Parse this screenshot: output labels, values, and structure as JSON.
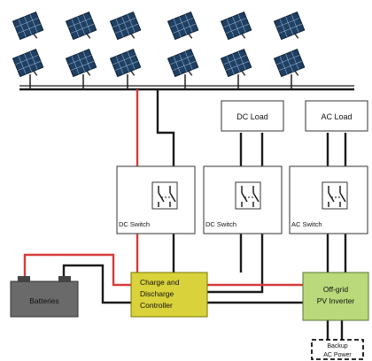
{
  "labels": {
    "dc_load": "DC Load",
    "ac_load": "AC Load",
    "dc_switch_1": "DC Switch",
    "dc_switch_2": "DC Switch",
    "ac_switch": "AC Switch",
    "batteries": "Batteries",
    "controller_line1": "Charge and",
    "controller_line2": "Discharge",
    "controller_line3": "Controller",
    "inverter_line1": "Off-grid",
    "inverter_line2": "PV Inverter",
    "backup_line1": "Backup",
    "backup_line2": "AC Power"
  },
  "colors": {
    "positive_wire": "#d83a3a",
    "negative_wire": "#1a1a1a",
    "controller_fill": "#d9d23a",
    "inverter_fill": "#b9d97a",
    "battery_fill": "#6a6a6a",
    "panel_fill": "#1f3f63",
    "panel_grid": "#8fb0cf",
    "box_border": "#555555"
  },
  "icons": {
    "solar_panel": "solar-panel-icon",
    "switch": "switch-icon",
    "battery": "battery-icon"
  }
}
